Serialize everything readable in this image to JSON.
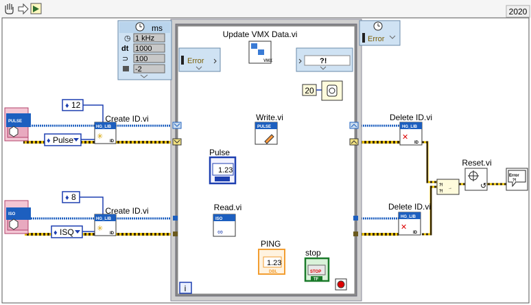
{
  "frame": {
    "year": "2020"
  },
  "timed_loop": {
    "config": {
      "header": "ms",
      "source": "1 kHz",
      "dt_label": "dt",
      "dt": "1000",
      "offset": "100",
      "priority": "-2"
    },
    "error_in_label": "Error",
    "error_out_label": "Error",
    "iteration": "i",
    "wait_value": "20"
  },
  "vis": {
    "update": "Update VMX Data.vi",
    "create1": "Create ID.vi",
    "create2": "Create ID.vi",
    "write": "Write.vi",
    "read": "Read.vi",
    "delete1": "Delete ID.vi",
    "delete2": "Delete ID.vi",
    "reset": "Reset.vi"
  },
  "constants": {
    "n1": "12",
    "n2": "8",
    "enum1": "Pulse",
    "enum2": "ISQ"
  },
  "controls": {
    "pulse_label": "Pulse",
    "numeric": "1.23",
    "dbl": "DBL",
    "ping_label": "PING",
    "stop_label": "stop",
    "stop_button": "STOP",
    "tf": "TF"
  },
  "icons": {
    "pulse_ref": "PULSE",
    "iso_ref": "ISO",
    "hg_lib": "HG_LIB",
    "vmx": "VMX",
    "err_icon": "Error",
    "err_mark": "?!",
    "id": "ID"
  }
}
